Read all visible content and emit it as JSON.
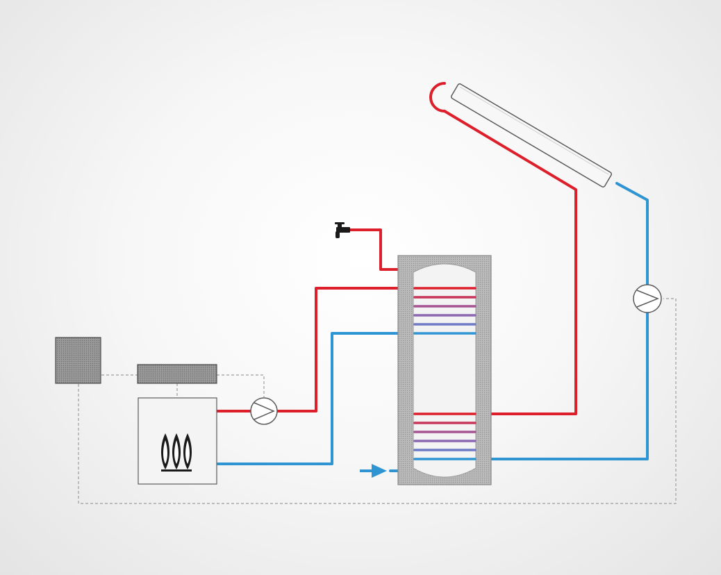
{
  "diagram": {
    "kind": "solar thermal water heating system with boiler backup",
    "colors": {
      "hot": "#dd1f2b",
      "cold": "#2f94d2",
      "mixed": "#8a6fb6",
      "tank_outer": "#b9b9b9",
      "tank_inner": "#f3f3f3",
      "box_fill": "#9a9a9a",
      "control_line": "#9d9d9d"
    },
    "components": [
      {
        "id": "solar-collector",
        "icon": "solar-collector-icon"
      },
      {
        "id": "storage-tank",
        "icon": "tank-icon"
      },
      {
        "id": "tap",
        "icon": "faucet-icon"
      },
      {
        "id": "solar-pump",
        "icon": "pump-icon"
      },
      {
        "id": "boiler-pump",
        "icon": "pump-icon"
      },
      {
        "id": "boiler",
        "icon": "flame-icon"
      },
      {
        "id": "boiler-controller",
        "icon": "controller-icon"
      },
      {
        "id": "solar-controller",
        "icon": "controller-icon"
      },
      {
        "id": "cold-water-inlet",
        "icon": "arrow-right-icon"
      }
    ]
  }
}
